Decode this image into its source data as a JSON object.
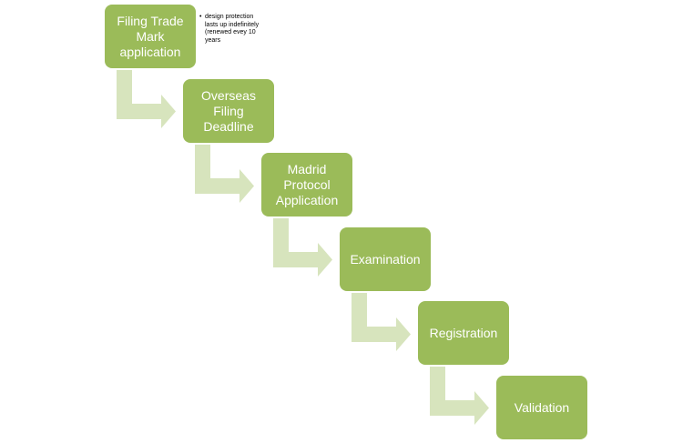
{
  "steps": [
    "Filing Trade\nMark\napplication",
    "Overseas\nFiling\nDeadline",
    "Madrid\nProtocol\nApplication",
    "Examination",
    "Registration",
    "Validation"
  ],
  "note": {
    "bullet": "•",
    "text": "design protection lasts up indefinitely (renewed evey 10 years"
  },
  "colors": {
    "step_fill": "#9bbb59",
    "connector_fill": "#d7e4bd",
    "step_text": "#ffffff"
  }
}
